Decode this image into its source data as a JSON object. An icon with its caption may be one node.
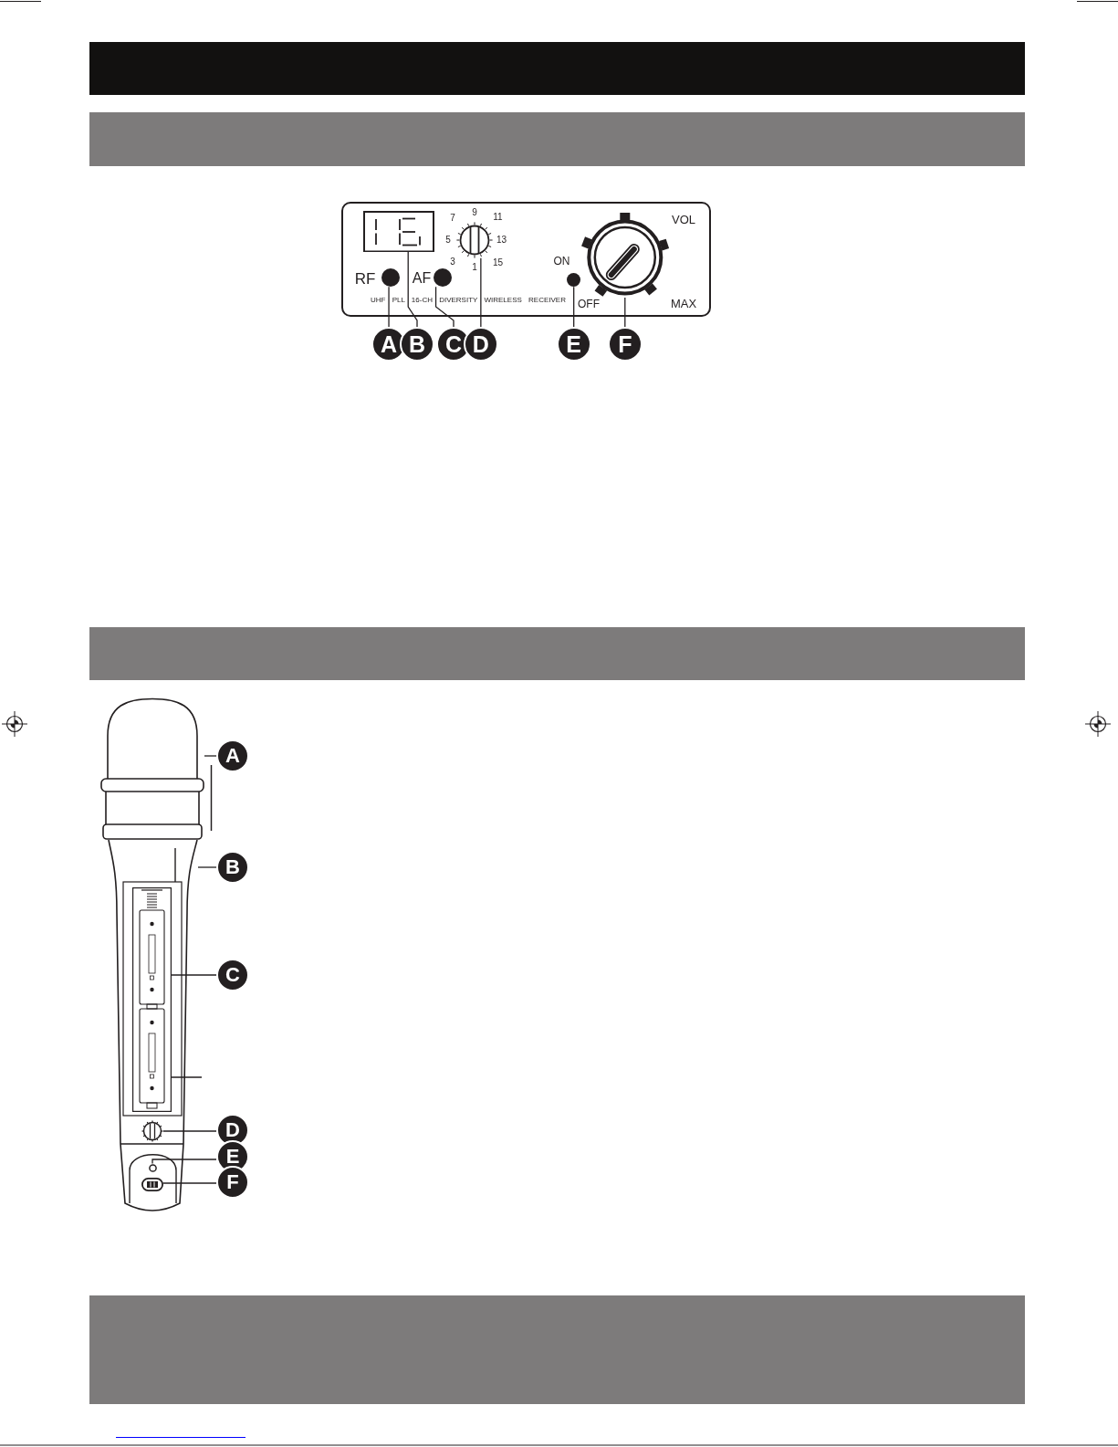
{
  "diagram": {
    "nodes": [
      {
        "text": [],
        "shape": "bar"
      },
      {
        "text": [],
        "shape": "bar"
      },
      {
        "text": [
          "9",
          "7",
          "11",
          "VOL",
          "5",
          "13",
          "3",
          "15",
          "ON",
          "1",
          "RF",
          "AF",
          "UHF PLL 16-CH DIVERSITY WIRELESS RECEIVER",
          "OFF",
          "MAX"
        ]
      },
      {
        "text": [],
        "shape": "circle",
        "in": 2
      },
      {
        "text": [],
        "shape": "box",
        "in": 2
      },
      {
        "text": [],
        "shape": "circle",
        "in": 2
      },
      {
        "text": [],
        "shape": "circle",
        "in": 2
      },
      {
        "text": [],
        "shape": "circle",
        "in": 2
      },
      {
        "text": [],
        "shape": "circle",
        "in": 2
      },
      {
        "text": [
          "A"
        ]
      },
      {
        "text": [
          "B"
        ]
      },
      {
        "text": [
          "C"
        ]
      },
      {
        "text": [
          "D"
        ]
      },
      {
        "text": [
          "E"
        ]
      },
      {
        "text": [
          "F"
        ]
      },
      {
        "text": [],
        "shape": "bar"
      },
      {
        "text": [],
        "shape": "picture"
      },
      {
        "text": [],
        "shape": "picture"
      },
      {
        "text": [],
        "shape": "box",
        "in": 17
      },
      {
        "text": [],
        "shape": "circle",
        "in": 17
      },
      {
        "text": [],
        "shape": "circle",
        "in": 17
      },
      {
        "text": [],
        "shape": "box",
        "in": 17
      },
      {
        "text": [
          "A"
        ]
      },
      {
        "text": [
          "B"
        ]
      },
      {
        "text": [
          "C"
        ]
      },
      {
        "text": [
          "D"
        ]
      },
      {
        "text": [
          "E"
        ]
      },
      {
        "text": [
          "F"
        ]
      },
      {
        "text": [],
        "shape": "bar"
      }
    ],
    "edges": [
      {
        "from": 9,
        "to": 3,
        "arrow": "none"
      },
      {
        "from": 10,
        "to": 4,
        "arrow": "none"
      },
      {
        "from": 11,
        "to": 5,
        "arrow": "none"
      },
      {
        "from": 12,
        "to": 6,
        "arrow": "none"
      },
      {
        "from": 13,
        "to": 7,
        "arrow": "none"
      },
      {
        "from": 14,
        "to": 8,
        "arrow": "none"
      },
      {
        "from": 22,
        "to": 16,
        "arrow": "none"
      },
      {
        "from": 23,
        "to": 17,
        "arrow": "none"
      },
      {
        "from": 24,
        "to": 18,
        "arrow": "none"
      },
      {
        "from": 25,
        "to": 19,
        "arrow": "none"
      },
      {
        "from": 26,
        "to": 20,
        "arrow": "none"
      },
      {
        "from": 27,
        "to": 21,
        "arrow": "none"
      },
      {
        "from": null,
        "to": 18,
        "arrow": "none"
      }
    ]
  }
}
